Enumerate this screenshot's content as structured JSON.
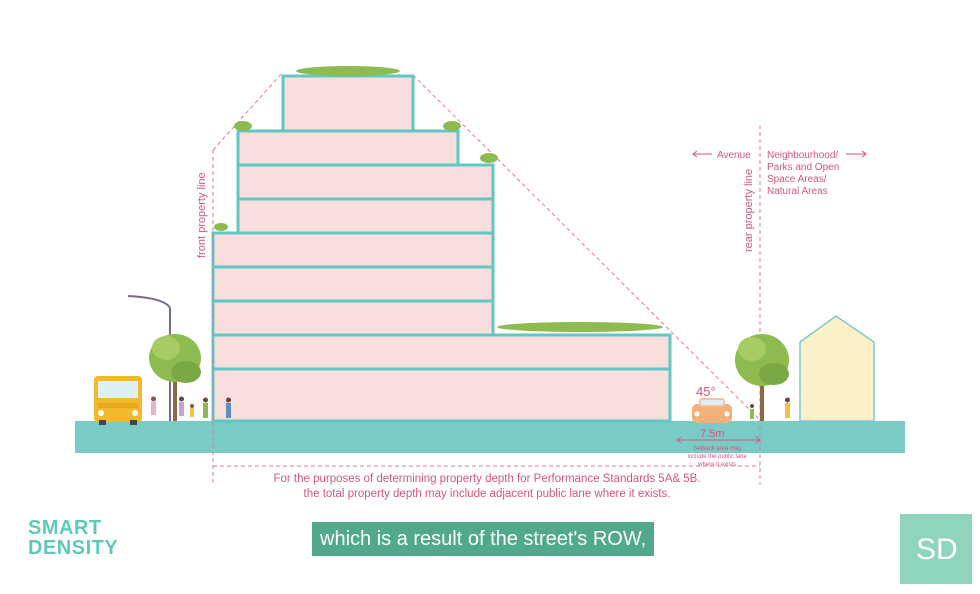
{
  "labels": {
    "front_property_line": "front property line",
    "rear_property_line": "rear property line",
    "avenue": "Avenue",
    "neighbourhood": [
      "Neighbourhood/",
      "Parks and Open",
      "Space Areas/",
      "Natural Areas"
    ],
    "angle": "45°",
    "dimension": "7.5m",
    "dimension_note": [
      "Setback area may",
      "include the public lane",
      "where it exists."
    ],
    "caption_line1": "For the purposes of determining property depth for Performance Standards 5A& 5B.",
    "caption_line2": "the total property depth may include adjacent public lane where it exists."
  },
  "subtitle": "which is a result of the street's ROW,",
  "logo": {
    "line1": "SMART",
    "line2": "DENSITY",
    "badge": "SD"
  },
  "colors": {
    "accent": "#d0587a",
    "teal": "#5ec8c4",
    "building": "#f8dedd",
    "ground": "#78cbc7",
    "foliage": "#8dbb4f",
    "subtitle_bg": "#52a88a",
    "badge_bg": "#8fd4be"
  },
  "icons": [
    "bus-icon",
    "streetlight-icon",
    "tree-icon",
    "person-icon",
    "car-icon",
    "house-icon",
    "arrow-left-icon",
    "arrow-right-icon"
  ]
}
